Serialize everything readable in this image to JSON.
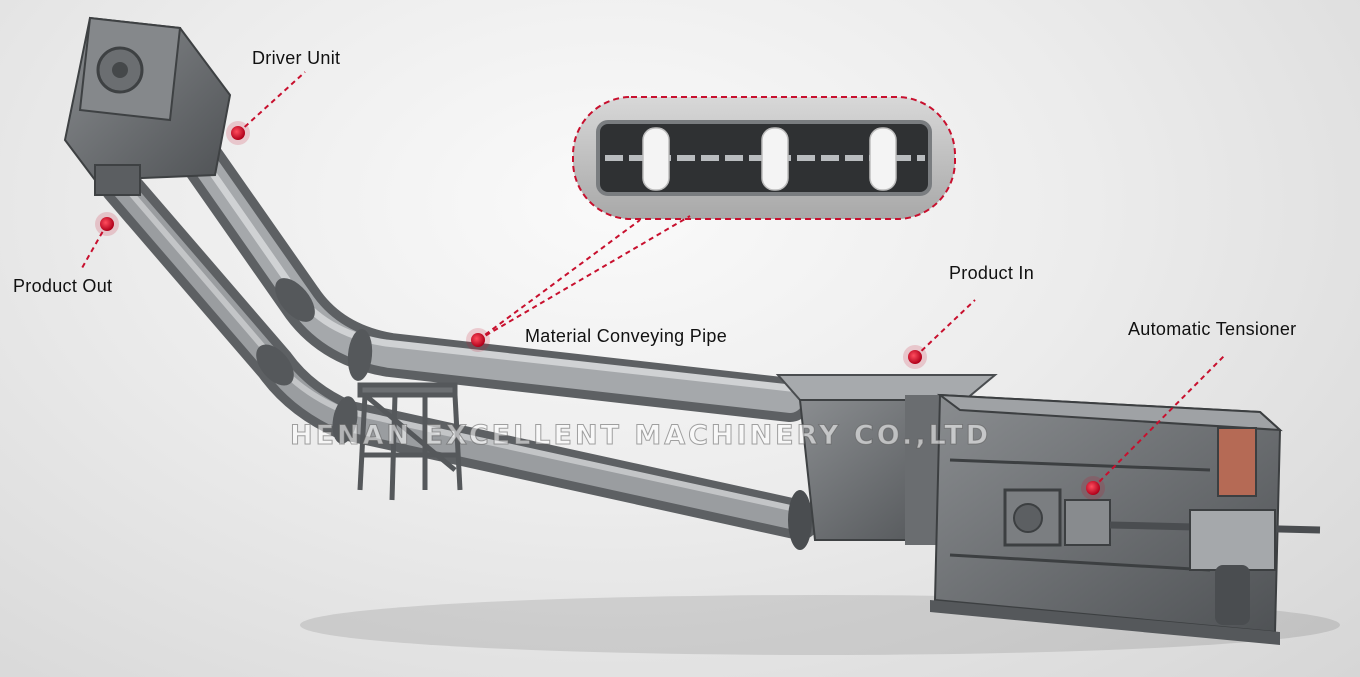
{
  "labels": {
    "driver_unit": "Driver Unit",
    "product_out": "Product Out",
    "material_conveying_pipe": "Material Conveying Pipe",
    "product_in": "Product In",
    "automatic_tensioner": "Automatic Tensioner"
  },
  "watermark": "HENAN EXCELLENT MACHINERY CO.,LTD",
  "colors": {
    "callout_red": "#c8102e",
    "machine_gray": "#6f7275",
    "pipe_gray": "#8c8f92",
    "disc_white": "#f4f4f4"
  }
}
